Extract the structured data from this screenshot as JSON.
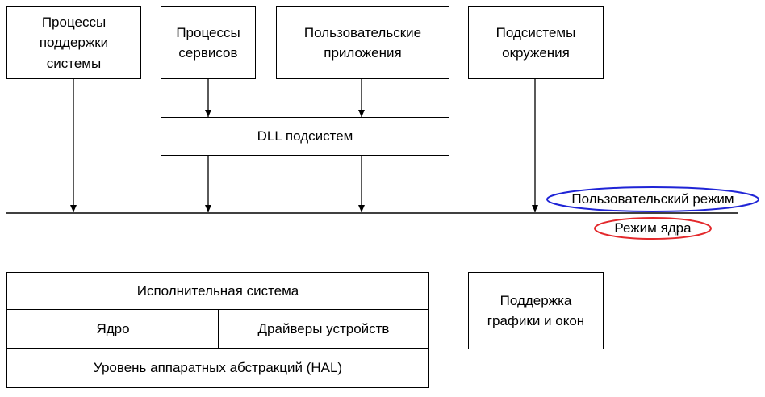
{
  "user_mode": {
    "boxes": {
      "system_support": [
        "Процессы",
        "поддержки",
        "системы"
      ],
      "services": [
        "Процессы",
        "сервисов"
      ],
      "user_apps": [
        "Пользовательские",
        "приложения"
      ],
      "env_subsystems": [
        "Подсистемы",
        "окружения"
      ]
    },
    "subsystem_dll": "DLL подсистем"
  },
  "boundary": {
    "user_mode_label": "Пользовательский режим",
    "kernel_mode_label": "Режим ядра",
    "user_mode_ring_color": "#1f24d6",
    "kernel_mode_ring_color": "#e3282b"
  },
  "kernel_mode": {
    "executive": "Исполнительная система",
    "kernel": "Ядро",
    "device_drivers": "Драйверы устройств",
    "hal": "Уровень аппаратных абстракций (HAL)",
    "windowing_graphics": [
      "Поддержка",
      "графики и окон"
    ]
  }
}
